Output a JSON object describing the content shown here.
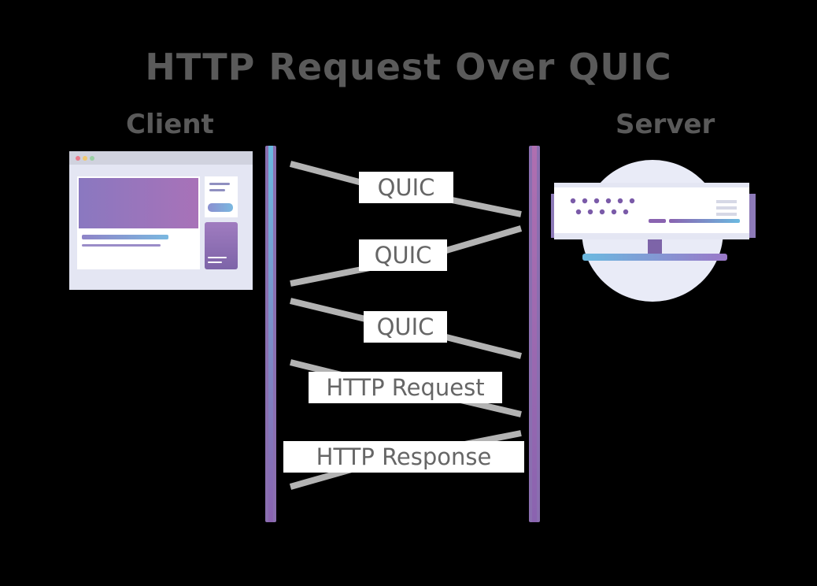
{
  "title": "HTTP Request Over QUIC",
  "client_label": "Client",
  "server_label": "Server",
  "messages": [
    {
      "label": "QUIC",
      "direction": "client-to-server"
    },
    {
      "label": "QUIC",
      "direction": "server-to-client"
    },
    {
      "label": "QUIC",
      "direction": "client-to-server"
    },
    {
      "label": "HTTP Request",
      "direction": "client-to-server"
    },
    {
      "label": "HTTP Response",
      "direction": "server-to-client"
    }
  ],
  "colors": {
    "background": "#000000",
    "text": "#666666",
    "arrow": "#b3b3b3",
    "accent_purple": "#8a63b0",
    "accent_blue": "#6bb9e0",
    "accent_pink": "#b06fb0"
  }
}
